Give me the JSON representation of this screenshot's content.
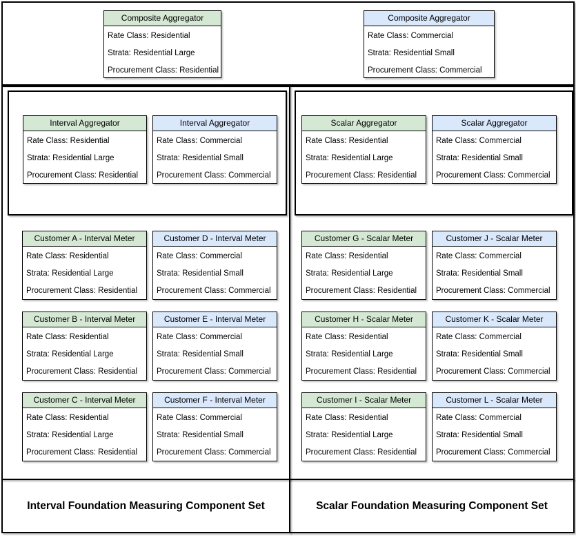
{
  "diagram": {
    "colors": {
      "green_fill": "#d5e8d4",
      "blue_fill": "#dae8fc",
      "border": "#000000",
      "background": "#ffffff"
    },
    "composites": [
      {
        "title": "Composite Aggregator",
        "lines": [
          "Rate Class: Residential",
          "Strata: Residential Large",
          "Procurement Class: Residential"
        ]
      },
      {
        "title": "Composite Aggregator",
        "lines": [
          "Rate Class: Commercial",
          "Strata: Residential Small",
          "Procurement Class: Commercial"
        ]
      }
    ],
    "sections": [
      {
        "label": "Interval Foundation Measuring Component Set",
        "aggregators": [
          {
            "title": "Interval Aggregator",
            "lines": [
              "Rate Class: Residential",
              "Strata: Residential Large",
              "Procurement Class: Residential"
            ]
          },
          {
            "title": "Interval Aggregator",
            "lines": [
              "Rate Class: Commercial",
              "Strata: Residential Small",
              "Procurement Class: Commercial"
            ]
          }
        ],
        "meters": [
          {
            "title": "Customer A - Interval Meter",
            "lines": [
              "Rate Class: Residential",
              "Strata: Residential Large",
              "Procurement Class: Residential"
            ]
          },
          {
            "title": "Customer D - Interval Meter",
            "lines": [
              "Rate Class: Commercial",
              "Strata: Residential Small",
              "Procurement Class: Commercial"
            ]
          },
          {
            "title": "Customer B - Interval Meter",
            "lines": [
              "Rate Class: Residential",
              "Strata: Residential Large",
              "Procurement Class: Residential"
            ]
          },
          {
            "title": "Customer E - Interval Meter",
            "lines": [
              "Rate Class: Commercial",
              "Strata: Residential Small",
              "Procurement Class: Commercial"
            ]
          },
          {
            "title": "Customer C - Interval Meter",
            "lines": [
              "Rate Class: Residential",
              "Strata: Residential Large",
              "Procurement Class: Residential"
            ]
          },
          {
            "title": "Customer F - Interval Meter",
            "lines": [
              "Rate Class: Commercial",
              "Strata: Residential Small",
              "Procurement Class: Commercial"
            ]
          }
        ]
      },
      {
        "label": "Scalar Foundation Measuring Component Set",
        "aggregators": [
          {
            "title": "Scalar Aggregator",
            "lines": [
              "Rate Class: Residential",
              "Strata: Residential Large",
              "Procurement Class: Residential"
            ]
          },
          {
            "title": "Scalar Aggregator",
            "lines": [
              "Rate Class: Commercial",
              "Strata: Residential Small",
              "Procurement Class: Commercial"
            ]
          }
        ],
        "meters": [
          {
            "title": "Customer G - Scalar Meter",
            "lines": [
              "Rate Class: Residential",
              "Strata: Residential Large",
              "Procurement Class: Residential"
            ]
          },
          {
            "title": "Customer J - Scalar Meter",
            "lines": [
              "Rate Class: Commercial",
              "Strata: Residential Small",
              "Procurement Class: Commercial"
            ]
          },
          {
            "title": "Customer H - Scalar Meter",
            "lines": [
              "Rate Class: Residential",
              "Strata: Residential Large",
              "Procurement Class: Residential"
            ]
          },
          {
            "title": "Customer K - Scalar Meter",
            "lines": [
              "Rate Class: Commercial",
              "Strata: Residential Small",
              "Procurement Class: Commercial"
            ]
          },
          {
            "title": "Customer I - Scalar Meter",
            "lines": [
              "Rate Class: Residential",
              "Strata: Residential Large",
              "Procurement Class: Residential"
            ]
          },
          {
            "title": "Customer L - Scalar Meter",
            "lines": [
              "Rate Class: Commercial",
              "Strata: Residential Small",
              "Procurement Class: Commercial"
            ]
          }
        ]
      }
    ]
  }
}
